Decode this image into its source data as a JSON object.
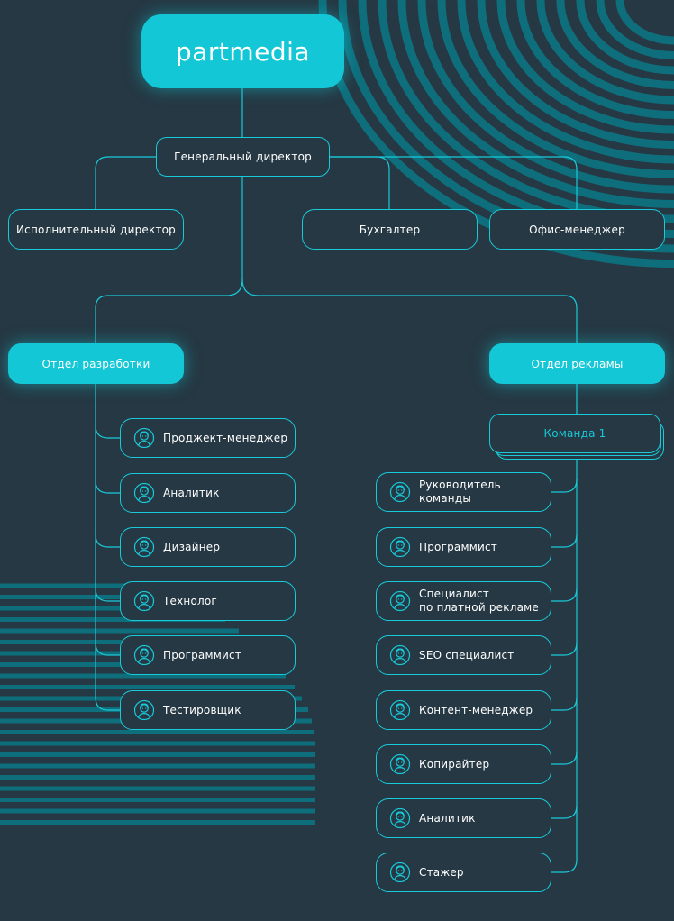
{
  "colors": {
    "background": "#253843",
    "accent": "#19cad9",
    "stripes": "#0f6e7c"
  },
  "logo": "partmedia",
  "ceo": "Генеральный директор",
  "top_roles": [
    "Исполнительный директор",
    "Бухгалтер",
    "Офис-менеджер"
  ],
  "departments": {
    "dev": {
      "title": "Отдел разработки",
      "members": [
        "Проджект-менеджер",
        "Аналитик",
        "Дизайнер",
        "Технолог",
        "Программист",
        "Тестировщик"
      ]
    },
    "ads": {
      "title": "Отдел рекламы",
      "team": "Команда 1",
      "members": [
        "Руководитель команды",
        "Программист",
        "Специалист\nпо платной рекламе",
        "SEO специалист",
        "Контент-менеджер",
        "Копирайтер",
        "Аналитик",
        "Стажер"
      ]
    }
  },
  "icons": {
    "employee": "person-avatar-icon"
  }
}
